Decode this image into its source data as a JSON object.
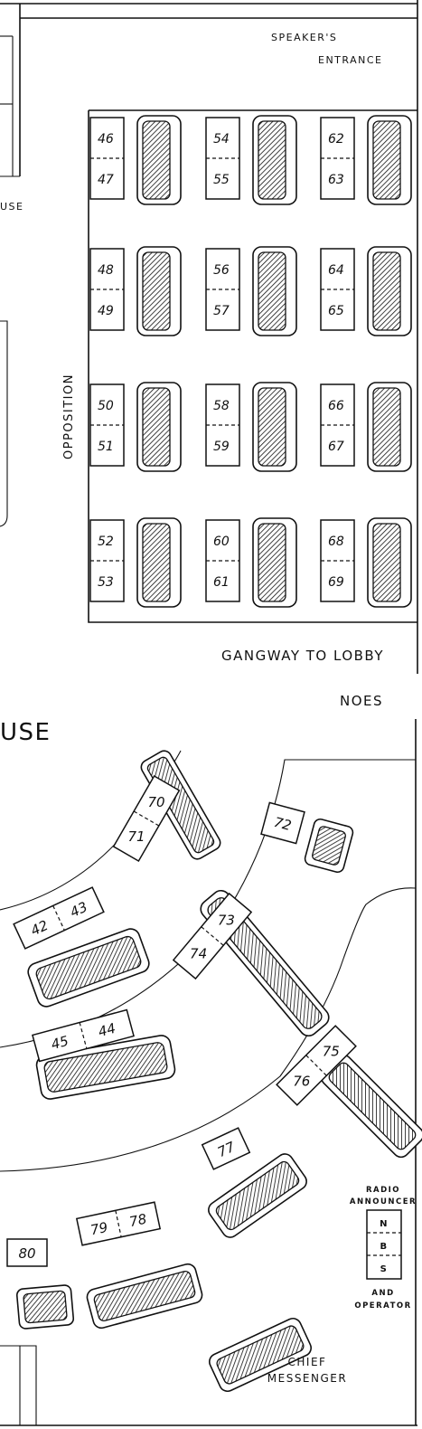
{
  "labels": {
    "speakers_entrance_1": "SPEAKER'S",
    "speakers_entrance_2": "ENTRANCE",
    "house_fragment_top": "USE",
    "opposition": "OPPOSITION",
    "gangway": "GANGWAY TO LOBBY",
    "noes": "NOES",
    "house_fragment_bottom": "USE",
    "radio_1": "RADIO",
    "radio_2": "ANNOUNCER",
    "radio_box": [
      "N",
      "B",
      "S"
    ],
    "and": "AND",
    "operator": "OPERATOR",
    "chief": "CHIEF",
    "messenger": "MESSENGER"
  },
  "seats_upper": {
    "col1": [
      [
        "46",
        "47"
      ],
      [
        "48",
        "49"
      ],
      [
        "50",
        "51"
      ],
      [
        "52",
        "53"
      ]
    ],
    "col2": [
      [
        "54",
        "55"
      ],
      [
        "56",
        "57"
      ],
      [
        "58",
        "59"
      ],
      [
        "60",
        "61"
      ]
    ],
    "col3": [
      [
        "62",
        "63"
      ],
      [
        "64",
        "65"
      ],
      [
        "66",
        "67"
      ],
      [
        "68",
        "69"
      ]
    ]
  },
  "seats_lower": {
    "s70": "70",
    "s71": "71",
    "s72": "72",
    "s42": "42",
    "s43": "43",
    "s73": "73",
    "s74": "74",
    "s45": "45",
    "s44": "44",
    "s75": "75",
    "s76": "76",
    "s77": "77",
    "s78": "78",
    "s79": "79",
    "s80": "80"
  }
}
